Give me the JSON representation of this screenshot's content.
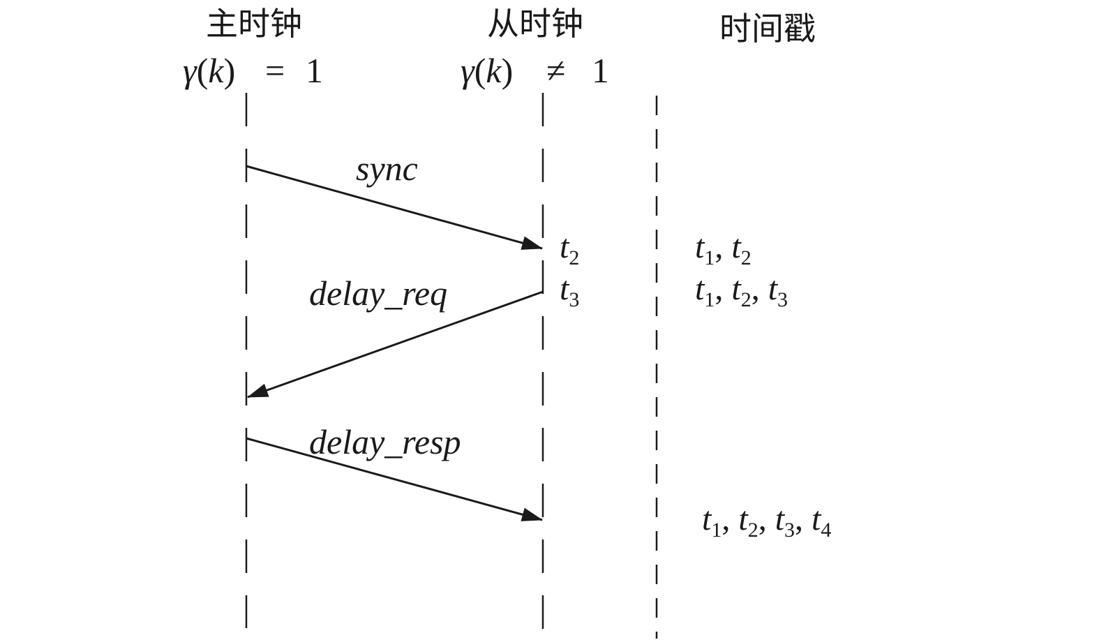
{
  "lanes": [
    {
      "title": "主时钟",
      "gamma_label": "γ",
      "gamma_arg": "k",
      "relation": "=",
      "value": "1"
    },
    {
      "title": "从时钟",
      "gamma_label": "γ",
      "gamma_arg": "k",
      "relation": "≠",
      "value": "1"
    },
    {
      "title": "时间戳"
    }
  ],
  "messages": [
    {
      "label": "sync"
    },
    {
      "label": "delay_req"
    },
    {
      "label": "delay_resp"
    }
  ],
  "slave_marks": [
    {
      "base": "t",
      "sub": "2"
    },
    {
      "base": "t",
      "sub": "3"
    }
  ],
  "timestamps": [
    [
      {
        "base": "t",
        "sub": "1"
      },
      {
        "base": "t",
        "sub": "2"
      }
    ],
    [
      {
        "base": "t",
        "sub": "1"
      },
      {
        "base": "t",
        "sub": "2"
      },
      {
        "base": "t",
        "sub": "3"
      }
    ],
    [
      {
        "base": "t",
        "sub": "1"
      },
      {
        "base": "t",
        "sub": "2"
      },
      {
        "base": "t",
        "sub": "3"
      },
      {
        "base": "t",
        "sub": "4"
      }
    ]
  ],
  "separator": ", ",
  "colors": {
    "ink": "#1a1a1a"
  }
}
